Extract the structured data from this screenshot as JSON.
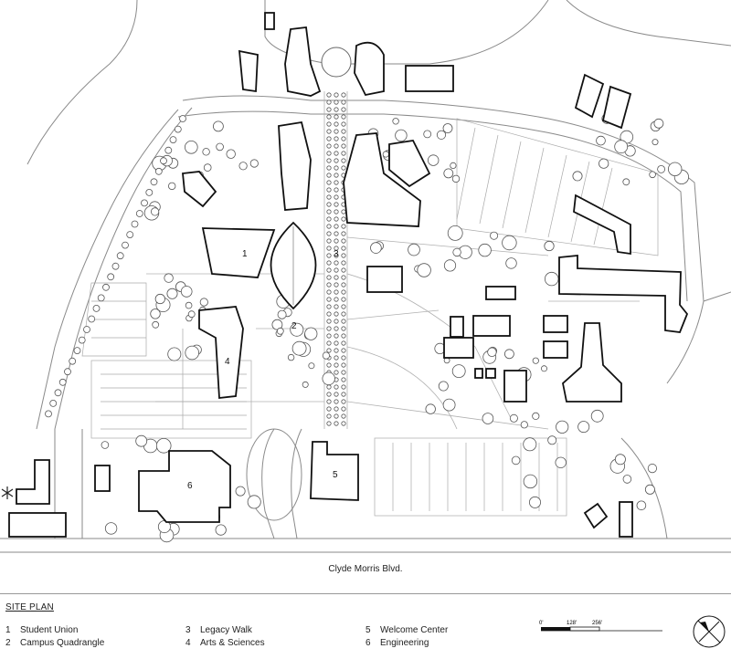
{
  "map": {
    "street": "Clyde Morris Blvd.",
    "building_numbers": [
      "1",
      "2",
      "3",
      "4",
      "5",
      "6"
    ]
  },
  "footer": {
    "title": "SITE PLAN",
    "legend": [
      {
        "number": "1",
        "label": "Student Union"
      },
      {
        "number": "2",
        "label": "Campus Quadrangle"
      },
      {
        "number": "3",
        "label": "Legacy Walk"
      },
      {
        "number": "4",
        "label": "Arts & Sciences"
      },
      {
        "number": "5",
        "label": "Welcome Center"
      },
      {
        "number": "6",
        "label": "Engineering"
      }
    ],
    "scale": {
      "ticks": [
        "0'",
        "128'",
        "256'"
      ]
    }
  }
}
